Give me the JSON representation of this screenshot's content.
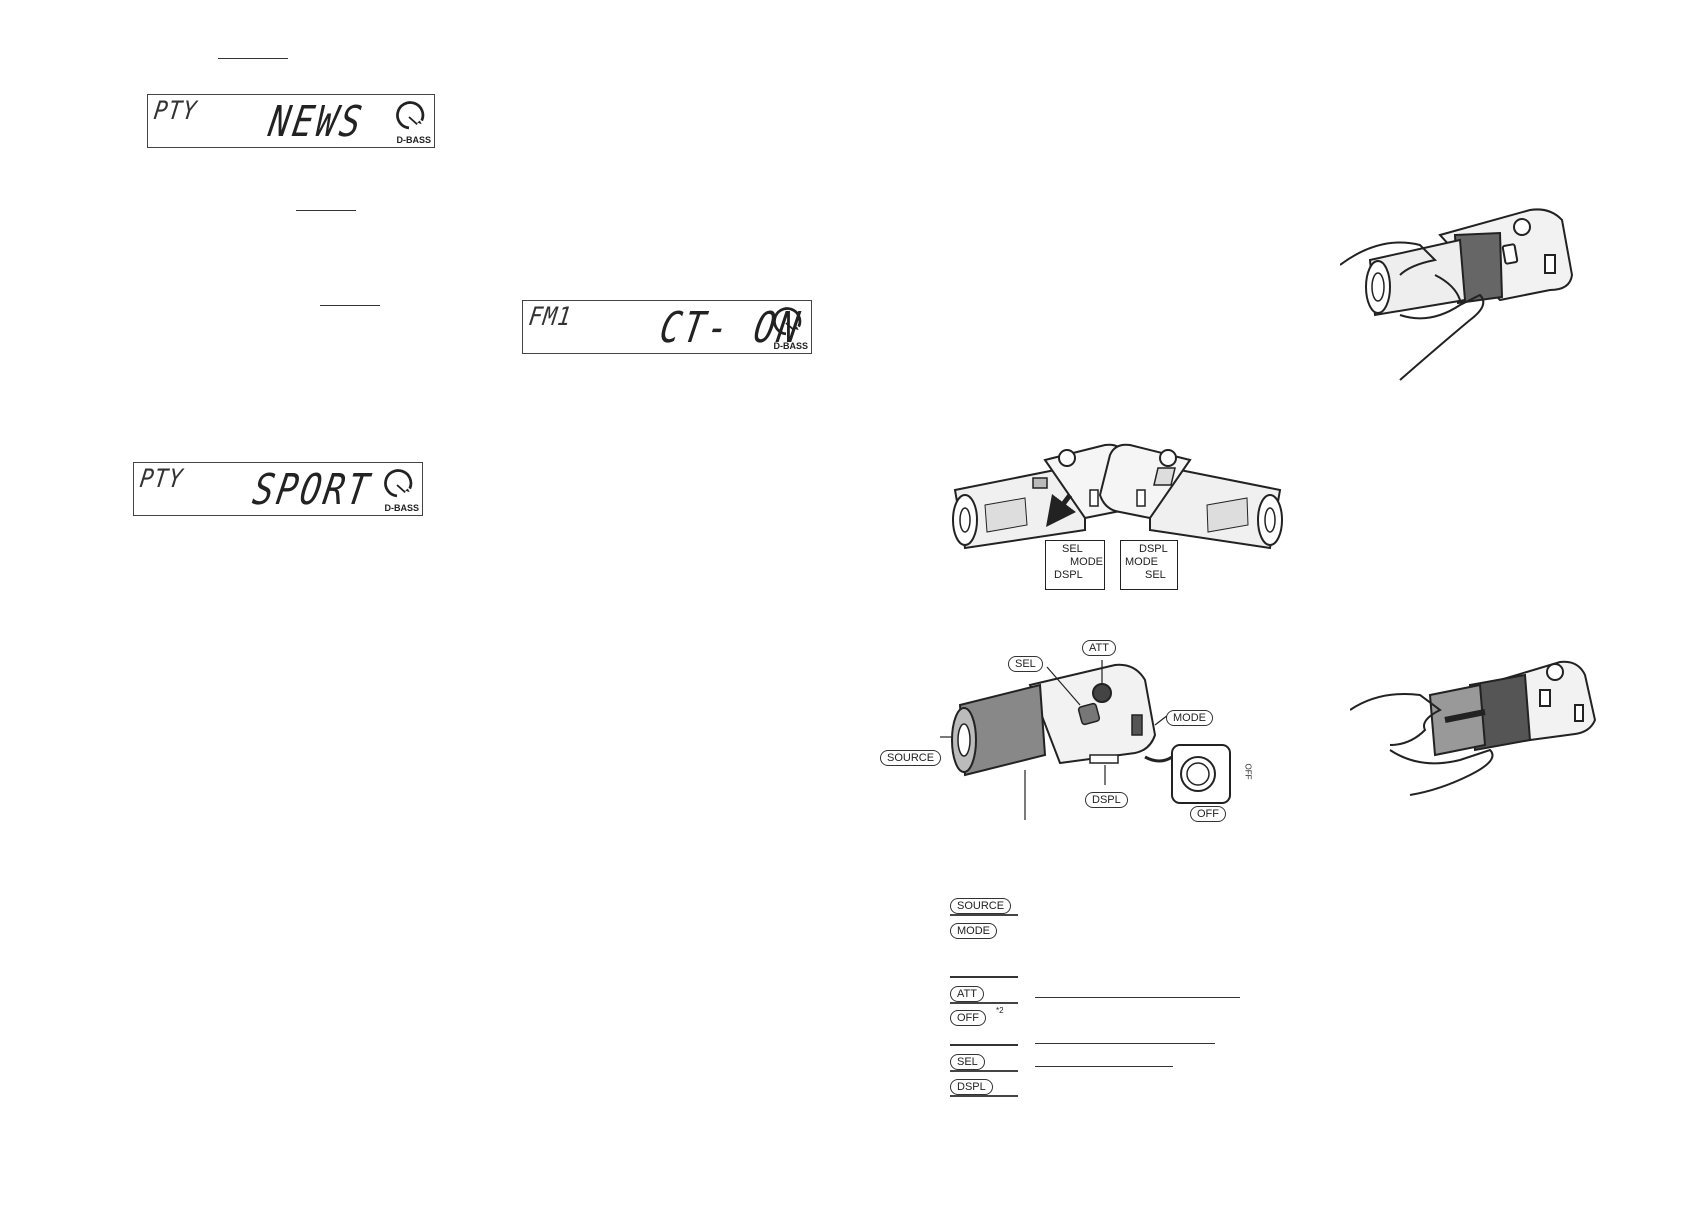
{
  "displays": [
    {
      "id": "pty-news",
      "source": "PTY",
      "text": "NEWS",
      "badge": "D-BASS"
    },
    {
      "id": "fm1-ct-on",
      "source": "FM1",
      "text": "CT- ON",
      "badge": "D-BASS"
    },
    {
      "id": "pty-sport",
      "source": "PTY",
      "text": "SPORT",
      "badge": "D-BASS"
    }
  ],
  "callout_labels": {
    "sel_mode_dspl_left": [
      "SEL",
      "MODE",
      "DSPL"
    ],
    "dspl_mode_sel_right": [
      "DSPL",
      "MODE",
      "SEL"
    ]
  },
  "controller_buttons": {
    "att": "ATT",
    "sel": "SEL",
    "mode": "MODE",
    "source": "SOURCE",
    "dspl": "DSPL",
    "off": "OFF",
    "off_knob": "OFF"
  },
  "button_list": [
    {
      "label": "SOURCE"
    },
    {
      "label": "MODE"
    },
    {
      "label": "ATT"
    },
    {
      "label": "OFF",
      "sup": "*2"
    },
    {
      "label": "SEL"
    },
    {
      "label": "DSPL"
    }
  ]
}
